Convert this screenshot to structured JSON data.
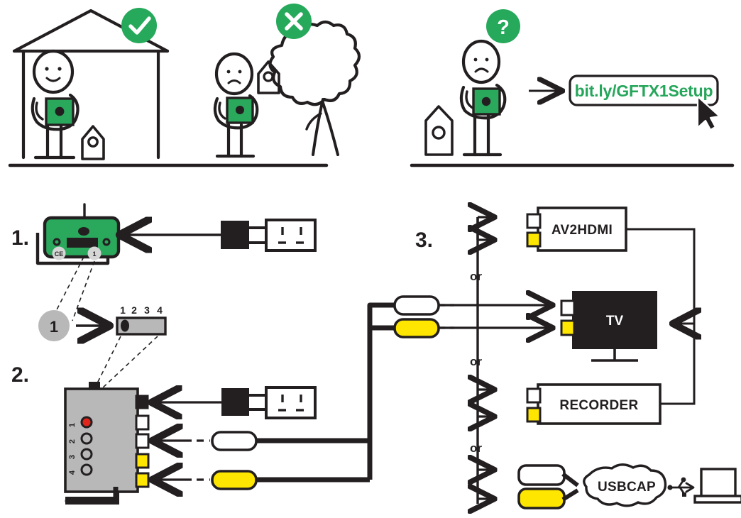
{
  "document": {
    "kind": "product-setup-instruction-diagram",
    "accent_green": "#26a65b",
    "device_green": "#2aa85c",
    "yellow": "#ffe600",
    "gray_box": "#b8b8b8",
    "ink": "#231f20",
    "red_led": "#e1251b"
  },
  "top_section": {
    "placement_good": {
      "badge_icon": "check-circle-icon",
      "badge_symbol": "✔",
      "badge_color": "#26a65b",
      "scene": "person-indoors-behind-window-with-camera",
      "person_mood": "happy",
      "objects": [
        "house",
        "person",
        "camera",
        "bird-feeder"
      ]
    },
    "placement_bad": {
      "badge_icon": "cross-circle-icon",
      "badge_symbol": "✖",
      "badge_color": "#26a65b",
      "scene": "person-outdoors-near-tree-with-camera",
      "person_mood": "sad",
      "objects": [
        "person",
        "camera",
        "tree",
        "bird-feeder-in-tree"
      ]
    },
    "help": {
      "person_mood": "confused",
      "badge_icon": "question-circle-icon",
      "badge_symbol": "?",
      "badge_color": "#26a65b",
      "arrow_icon": "arrow-right-icon",
      "url_label": "bit.ly/GFTX1Setup",
      "cursor_icon": "mouse-pointer-icon"
    }
  },
  "steps": [
    {
      "number": "1.",
      "id": "step-1",
      "transmitter": {
        "name": "camera-transmitter",
        "color": "#2aa85c",
        "antenna": true,
        "ce_label": "CE",
        "port_badge": "1",
        "lens_icon": "lens-icon"
      },
      "power": {
        "plug_icon": "power-plug-icon",
        "outlet_icon": "wall-outlet-icon",
        "arrow_icon": "arrow-left-icon"
      },
      "callout": {
        "badge": "1",
        "arrow_icon": "arrow-right-icon",
        "dip_switch": {
          "name": "dip-switch",
          "labels": [
            "1",
            "2",
            "3",
            "4"
          ],
          "active_position": 1,
          "positions": 4
        }
      }
    },
    {
      "number": "2.",
      "id": "step-2",
      "receiver": {
        "name": "receiver-box",
        "color": "#b8b8b8",
        "led_labels": [
          "1",
          "2",
          "3",
          "4"
        ],
        "led_states": [
          "on",
          "off",
          "off",
          "off"
        ],
        "ports": [
          {
            "name": "power-port",
            "color": "#231f20"
          },
          {
            "name": "video-out-port-white-a",
            "color": "#ffffff"
          },
          {
            "name": "video-out-port-white-b",
            "color": "#ffffff"
          },
          {
            "name": "audio-out-port-yellow-a",
            "color": "#ffe600"
          },
          {
            "name": "audio-out-port-yellow-b",
            "color": "#ffe600"
          }
        ]
      },
      "power": {
        "plug_icon": "power-plug-icon",
        "outlet_icon": "wall-outlet-icon",
        "arrow_icon": "arrow-left-icon"
      },
      "cables": [
        {
          "name": "rca-connector-white",
          "color": "#ffffff",
          "arrow_icon": "arrow-left-icon"
        },
        {
          "name": "rca-connector-yellow",
          "color": "#ffe600",
          "arrow_icon": "arrow-left-icon"
        }
      ]
    },
    {
      "number": "3.",
      "id": "step-3",
      "source_connectors": [
        {
          "name": "rca-plug-white",
          "color": "#ffffff"
        },
        {
          "name": "rca-plug-yellow",
          "color": "#ffe600"
        }
      ],
      "or_labels": [
        "or",
        "or",
        "or"
      ],
      "targets": [
        {
          "name": "av2hdmi-converter",
          "label": "AV2HDMI",
          "style": "white-box",
          "ports": [
            {
              "name": "input-port-white",
              "color": "#ffffff"
            },
            {
              "name": "input-port-yellow",
              "color": "#ffe600"
            }
          ],
          "arrow_icons": [
            "arrow-right-icon",
            "arrow-right-icon"
          ],
          "hdmi_out_to": "TV"
        },
        {
          "name": "tv-display",
          "label": "TV",
          "style": "black-box",
          "ports": [
            {
              "name": "input-port-white",
              "color": "#ffffff"
            },
            {
              "name": "input-port-yellow",
              "color": "#ffe600"
            }
          ],
          "arrow_icons": [
            "arrow-right-icon",
            "arrow-right-icon"
          ],
          "incoming_hdmi_arrow_icon": "arrow-left-icon"
        },
        {
          "name": "recorder-device",
          "label": "RECORDER",
          "style": "white-box",
          "ports": [
            {
              "name": "input-port-white",
              "color": "#ffffff"
            },
            {
              "name": "input-port-yellow",
              "color": "#ffe600"
            }
          ],
          "arrow_icons": [
            "arrow-right-icon",
            "arrow-right-icon"
          ],
          "hdmi_out_to": "TV"
        },
        {
          "name": "usb-capture-path",
          "label": "USBCAP",
          "style": "cloud-bubble",
          "connectors": [
            {
              "name": "rca-plug-white",
              "color": "#ffffff"
            },
            {
              "name": "rca-plug-yellow",
              "color": "#ffe600"
            }
          ],
          "arrow_icons": [
            "arrow-right-icon",
            "arrow-right-icon"
          ],
          "usb_icon": "usb-icon",
          "end_device_icon": "laptop-icon"
        }
      ]
    }
  ]
}
